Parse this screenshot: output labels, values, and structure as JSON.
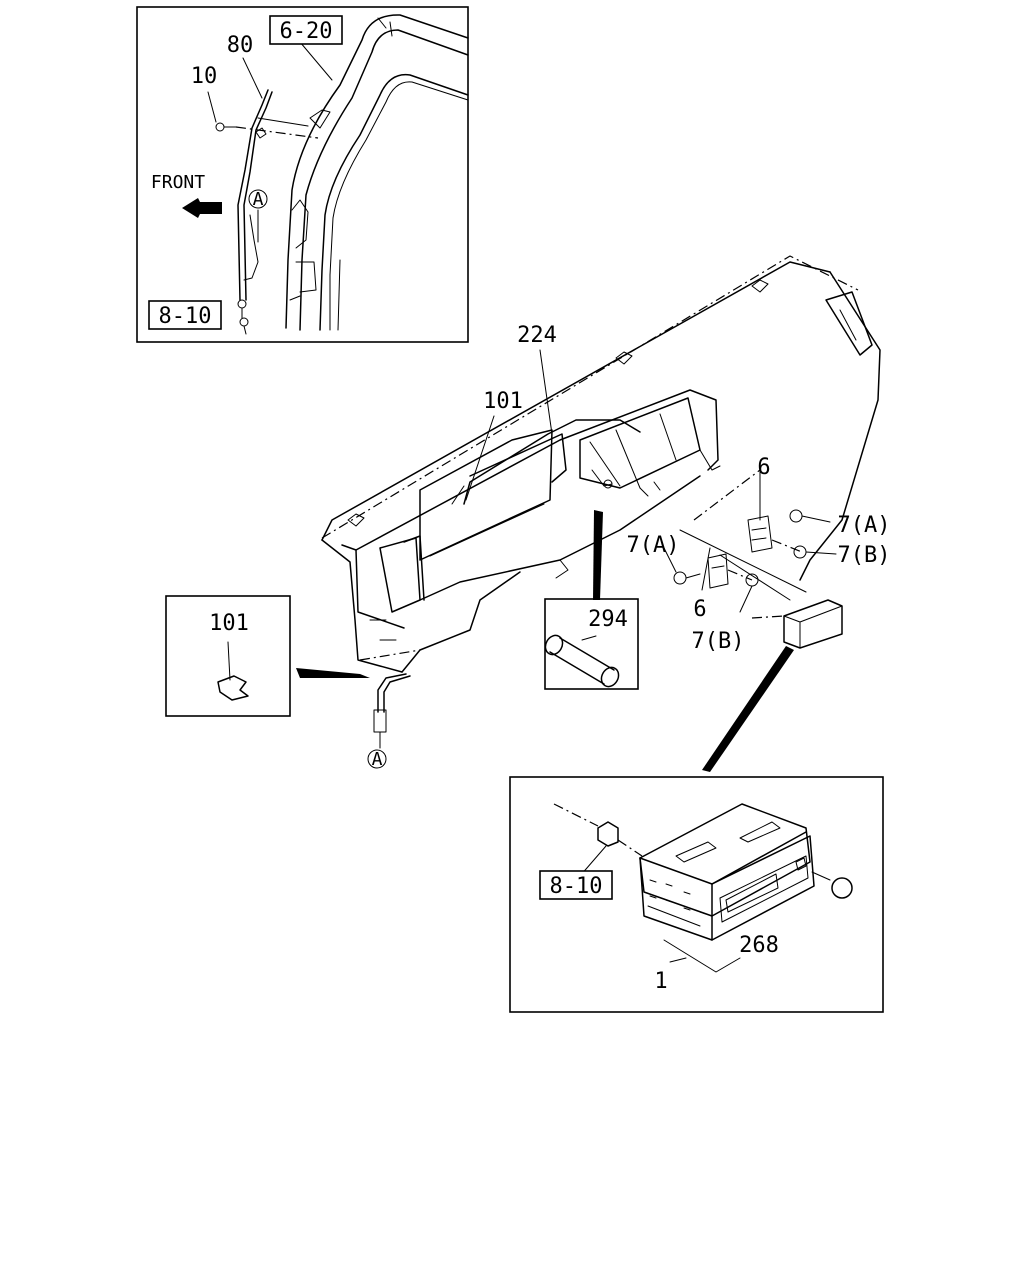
{
  "labels": {
    "ref_6_20": "6-20",
    "p80": "80",
    "p10": "10",
    "front": "FRONT",
    "circle_a": "A",
    "ref_8_10_top": "8-10",
    "p224": "224",
    "p101_main": "101",
    "p101_inset": "101",
    "p294": "294",
    "p6_upper": "6",
    "p7a_right": "7(A)",
    "p7b_right": "7(B)",
    "p7a_left": "7(A)",
    "p6_lower": "6",
    "p7b_lower": "7(B)",
    "circle_a_bottom": "A",
    "ref_8_10_bottom": "8-10",
    "p268": "268",
    "p1": "1"
  }
}
